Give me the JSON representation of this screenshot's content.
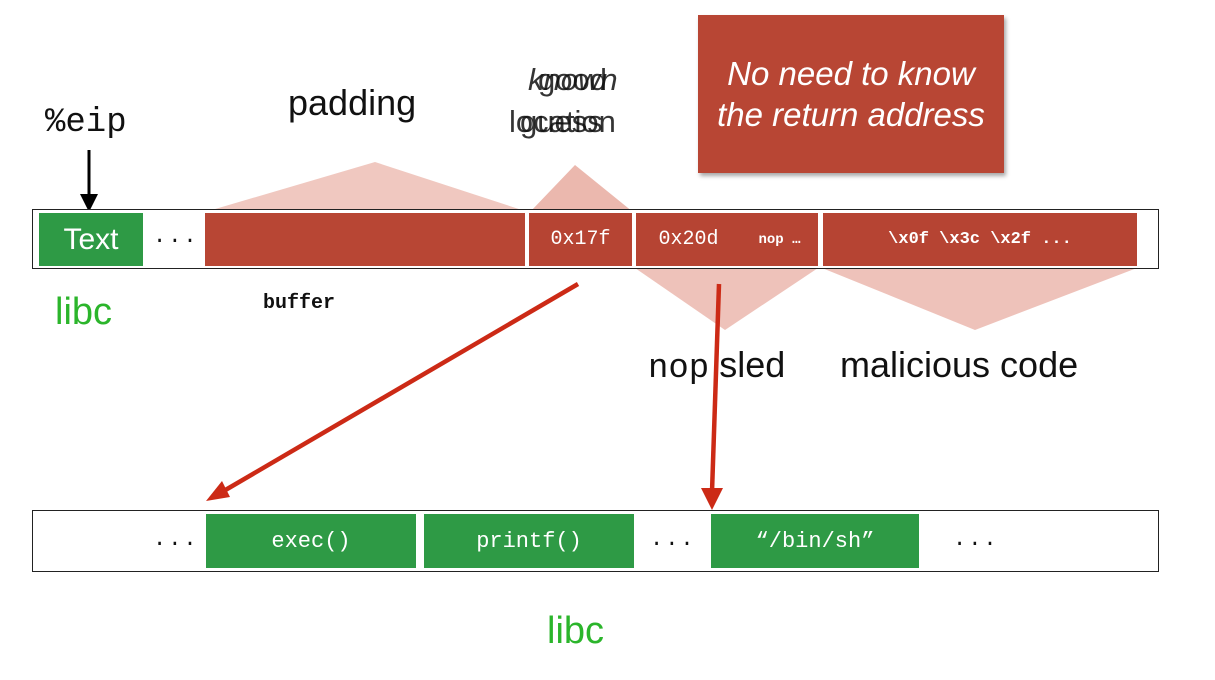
{
  "labels": {
    "eip": "%eip",
    "padding": "padding",
    "overlap_line1a": "known",
    "overlap_line1b": "good",
    "overlap_line2a": "location",
    "overlap_line2b": "guess",
    "libc_top": "libc",
    "buffer": "buffer",
    "nop_sled_mono": "nop",
    "nop_sled_text": " sled",
    "malicious_code": "malicious code",
    "libc_bottom": "libc"
  },
  "callout": {
    "text": "No need to know the return address"
  },
  "stack": {
    "text_cell": "Text",
    "dots": "...",
    "addr1": "0x17f",
    "addr2": "0x20d",
    "nop_cell": "nop …",
    "shellcode": "\\x0f \\x3c \\x2f ..."
  },
  "libc_strip": {
    "dots1": "...",
    "exec": "exec()",
    "printf": "printf()",
    "dots2": "...",
    "binsh": "“/bin/sh”",
    "dots3": "..."
  },
  "colors": {
    "green": "#2e9a45",
    "red": "#b64433",
    "arrow": "#cc2a16",
    "libc_text": "#2bb52b"
  }
}
